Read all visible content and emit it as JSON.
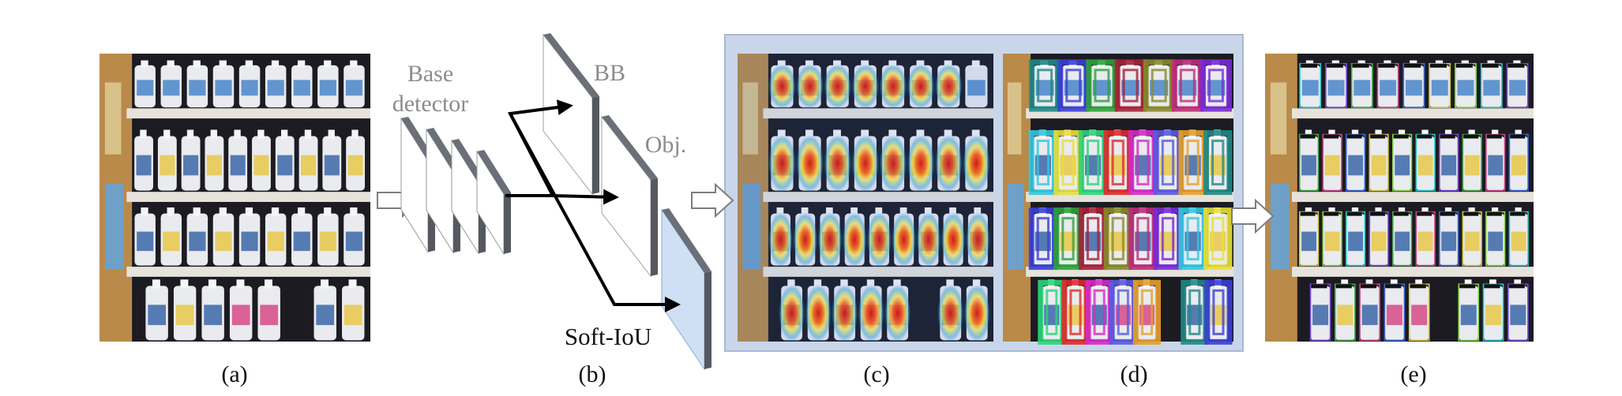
{
  "panels": {
    "a": {
      "caption": "(a)"
    },
    "b": {
      "caption": "(b)",
      "base_detector": "Base detector",
      "base_detector_line1": "Base",
      "base_detector_line2": "detector",
      "bb_label": "BB",
      "obj_label": "Obj.",
      "softiou_label": "Soft-IoU"
    },
    "c": {
      "caption": "(c)"
    },
    "d": {
      "caption": "(d)"
    },
    "e": {
      "caption": "(e)"
    }
  },
  "colors": {
    "shelf_dark": "#1c1b22",
    "bottle": "#e9ebef",
    "label_blue": "#3c67a8",
    "heat_red": "#d8231b",
    "heat_yellow": "#f2e03a",
    "heat_blue": "#2f6fd6",
    "panel_bg": "#c9d6ea",
    "softiou_fill": "#cfe0f4",
    "plate_gray": "#6b6f78"
  },
  "icons": [
    "arrow-right-icon"
  ]
}
